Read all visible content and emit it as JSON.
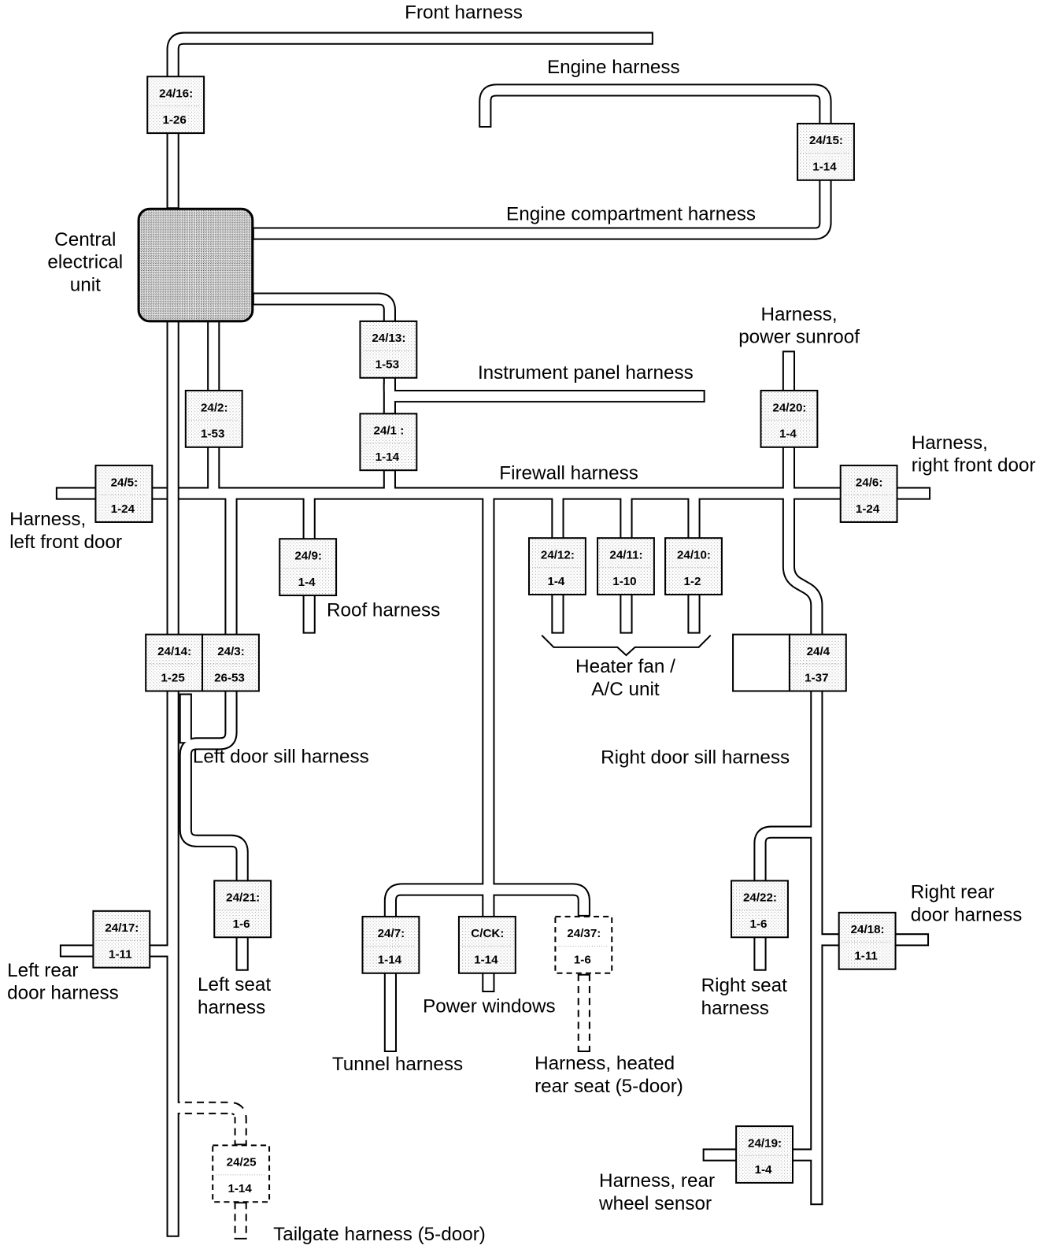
{
  "central_unit": {
    "label": [
      "Central",
      "electrical",
      "unit"
    ]
  },
  "connectors": {
    "c16": {
      "code": "24/16:",
      "pins": "1-26"
    },
    "c15": {
      "code": "24/15:",
      "pins": "1-14"
    },
    "c13": {
      "code": "24/13:",
      "pins": "1-53"
    },
    "c1": {
      "code": "24/1 :",
      "pins": "1-14"
    },
    "c2": {
      "code": "24/2:",
      "pins": "1-53"
    },
    "c5": {
      "code": "24/5:",
      "pins": "1-24"
    },
    "c20": {
      "code": "24/20:",
      "pins": "1-4"
    },
    "c6": {
      "code": "24/6:",
      "pins": "1-24"
    },
    "c9": {
      "code": "24/9:",
      "pins": "1-4"
    },
    "c12": {
      "code": "24/12:",
      "pins": "1-4"
    },
    "c11": {
      "code": "24/11:",
      "pins": "1-10"
    },
    "c10": {
      "code": "24/10:",
      "pins": "1-2"
    },
    "c14": {
      "code": "24/14:",
      "pins": "1-25"
    },
    "c3": {
      "code": "24/3:",
      "pins": "26-53"
    },
    "c4": {
      "code": "24/4",
      "pins": "1-37"
    },
    "c17": {
      "code": "24/17:",
      "pins": "1-11"
    },
    "c21": {
      "code": "24/21:",
      "pins": "1-6"
    },
    "c7": {
      "code": "24/7:",
      "pins": "1-14"
    },
    "cck": {
      "code": "C/CK:",
      "pins": "1-14"
    },
    "c37": {
      "code": "24/37:",
      "pins": "1-6",
      "optional": true
    },
    "c22": {
      "code": "24/22:",
      "pins": "1-6"
    },
    "c18": {
      "code": "24/18:",
      "pins": "1-11"
    },
    "c19": {
      "code": "24/19:",
      "pins": "1-4"
    },
    "c25": {
      "code": "24/25",
      "pins": "1-14",
      "optional": true
    }
  },
  "harness_labels": {
    "front": [
      "Front harness"
    ],
    "engine": [
      "Engine harness"
    ],
    "engine_compartment": [
      "Engine compartment harness"
    ],
    "instrument_panel": [
      "Instrument panel harness"
    ],
    "sunroof": [
      "Harness,",
      "power sunroof"
    ],
    "firewall": [
      "Firewall harness"
    ],
    "right_front_door": [
      "Harness,",
      "right front door"
    ],
    "left_front_door": [
      "Harness,",
      "left front door"
    ],
    "roof": [
      "Roof harness"
    ],
    "heater": [
      "Heater fan /",
      "A/C unit"
    ],
    "left_sill": [
      "Left door sill harness"
    ],
    "right_sill": [
      "Right door sill harness"
    ],
    "right_rear_door": [
      "Right rear",
      "door harness"
    ],
    "left_rear_door": [
      "Left rear",
      "door harness"
    ],
    "left_seat": [
      "Left seat",
      "harness"
    ],
    "right_seat": [
      "Right seat",
      "harness"
    ],
    "power_windows": [
      "Power windows"
    ],
    "tunnel": [
      "Tunnel harness"
    ],
    "heated_seat": [
      "Harness, heated",
      "rear seat (5-door)"
    ],
    "rear_wheel_sensor": [
      "Harness, rear",
      "wheel sensor"
    ],
    "tailgate": [
      "Tailgate harness (5-door)"
    ]
  }
}
